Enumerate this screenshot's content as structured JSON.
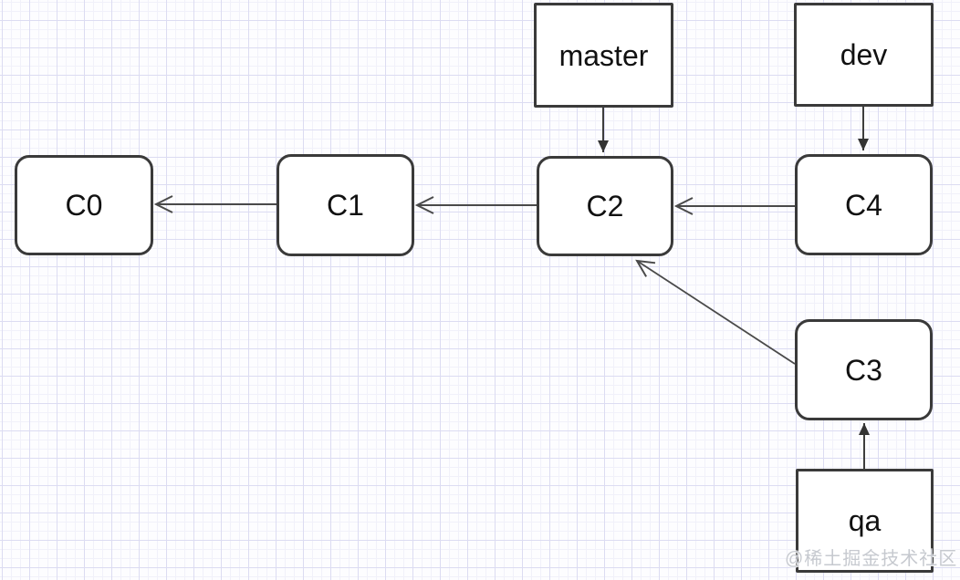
{
  "diagram": {
    "type": "git-commit-graph",
    "nodes": [
      {
        "id": "C0",
        "label": "C0",
        "kind": "commit"
      },
      {
        "id": "C1",
        "label": "C1",
        "kind": "commit"
      },
      {
        "id": "C2",
        "label": "C2",
        "kind": "commit"
      },
      {
        "id": "C3",
        "label": "C3",
        "kind": "commit"
      },
      {
        "id": "C4",
        "label": "C4",
        "kind": "commit"
      },
      {
        "id": "master",
        "label": "master",
        "kind": "branch-pointer"
      },
      {
        "id": "dev",
        "label": "dev",
        "kind": "branch-pointer"
      },
      {
        "id": "qa",
        "label": "qa",
        "kind": "branch-pointer"
      }
    ],
    "edges": [
      {
        "from": "C1",
        "to": "C0",
        "arrowhead": "open"
      },
      {
        "from": "C2",
        "to": "C1",
        "arrowhead": "open"
      },
      {
        "from": "C4",
        "to": "C2",
        "arrowhead": "open"
      },
      {
        "from": "C3",
        "to": "C2",
        "arrowhead": "open"
      },
      {
        "from": "master",
        "to": "C2",
        "arrowhead": "solid"
      },
      {
        "from": "dev",
        "to": "C4",
        "arrowhead": "solid"
      },
      {
        "from": "qa",
        "to": "C3",
        "arrowhead": "solid"
      }
    ],
    "colors": {
      "node_border": "#3a3a3a",
      "node_fill": "#ffffff",
      "edge_stroke": "#4a4a4a",
      "label_text": "#111111",
      "grid_major": "#dcdcf2",
      "grid_minor": "#f1f1fa",
      "background": "#fdfdff"
    }
  },
  "watermark": {
    "text": "@稀土掘金技术社区"
  }
}
